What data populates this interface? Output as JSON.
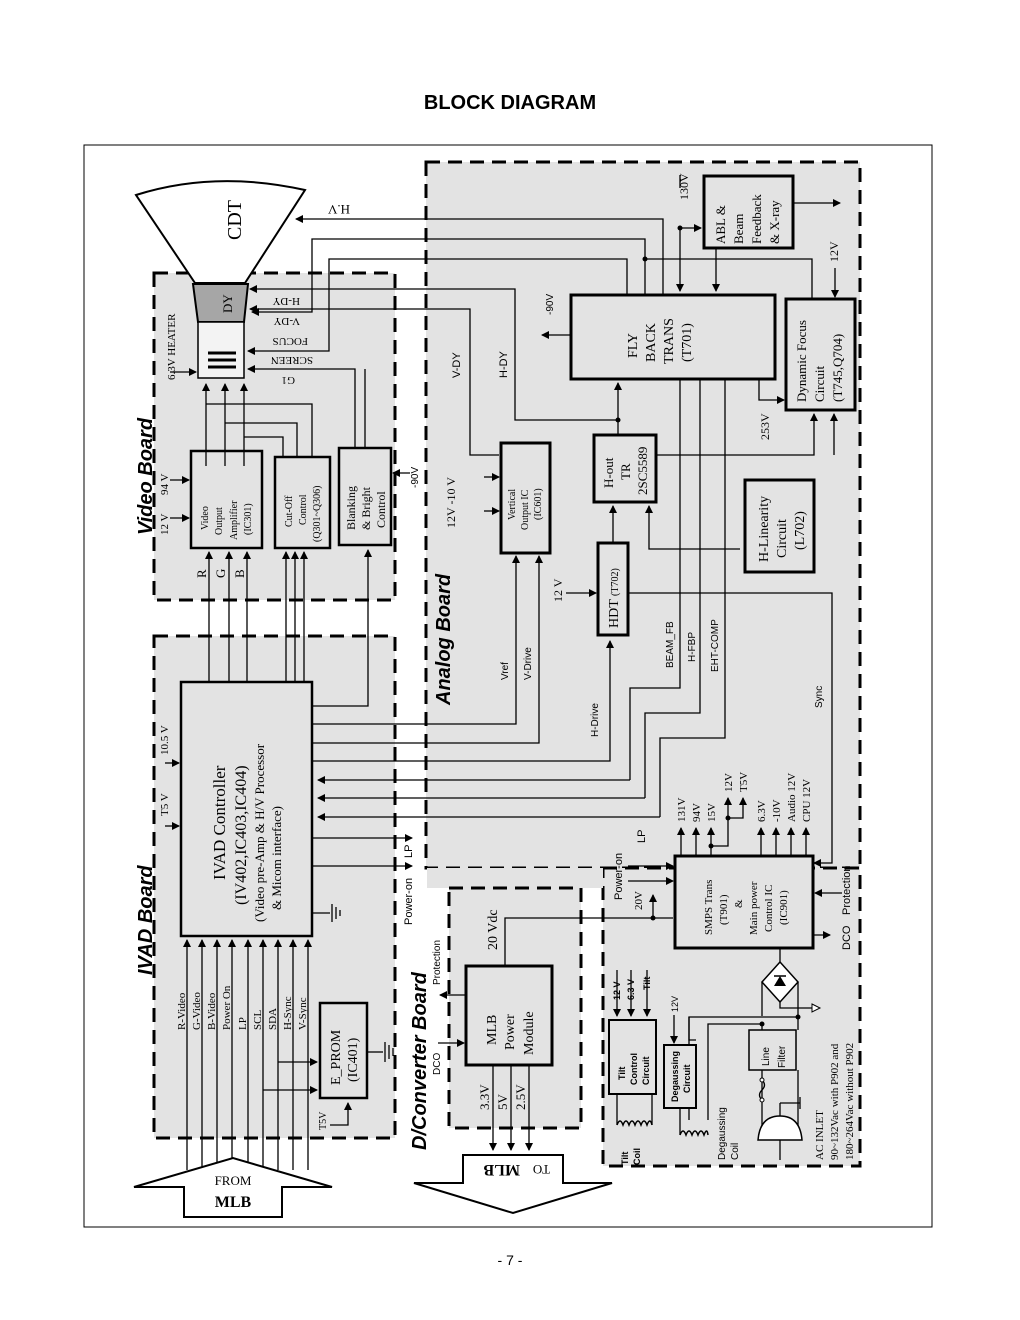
{
  "page": {
    "title": "BLOCK DIAGRAM",
    "page_number": "- 7 -"
  },
  "boards": {
    "video": "Video Board",
    "ivad": "IVAD Board",
    "analog": "Analog Board",
    "dconverter": "D/Converter Board"
  },
  "cdt": {
    "label": "CDT",
    "dy": "DY",
    "hv": "H.V",
    "hdy": "H-DY",
    "vdy": "V-DY",
    "focus": "FOCUS",
    "screen": "SCREEN",
    "g1": "G1",
    "heater": "6.3V  HEATER"
  },
  "video_board": {
    "amp": [
      "Video",
      "Output",
      "Amplifier",
      "(IC301)"
    ],
    "cutoff": [
      "Cut-Off",
      "Control",
      "(Q301~Q306)"
    ],
    "blanking": [
      "Blanking",
      "& Bright",
      "Control"
    ],
    "v12": "12 V",
    "v94": "94 V",
    "m90": "-90V",
    "r": "R",
    "g": "G",
    "b": "B"
  },
  "ivad_board": {
    "controller": [
      "IVAD Controller",
      "(IV402,IC403,IC404)",
      "(Video pre-Amp & H/V Processor",
      "& Micom interface)"
    ],
    "v105": "10.5 V",
    "t5v": "T5 V",
    "lp": "LP",
    "power_on": "Power-on",
    "signals": [
      "R-Video",
      "G-Video",
      "B-Video",
      "Power On",
      "LP",
      "SCL",
      "SDA",
      "H-Sync",
      "V-Sync"
    ],
    "eprom": [
      "E_PROM",
      "(IC401)"
    ],
    "eprom_t5v": "T5V",
    "from": "FROM",
    "mlb": "MLB"
  },
  "analog_board": {
    "flyback": [
      "FLY",
      "BACK",
      "TRANS",
      "(T701)"
    ],
    "abl": [
      "ABL &",
      "Beam",
      "Feedback",
      "& X-ray"
    ],
    "dynfocus": [
      "Dynamic Focus",
      "Circuit",
      "(T745,Q704)"
    ],
    "hout": [
      "H-out",
      "TR",
      "2SC5589"
    ],
    "hlin": [
      "H-Linearity",
      "Circuit",
      "(L702)"
    ],
    "vout": [
      "Vertical",
      "Output  IC",
      "(IC601)"
    ],
    "hdt": "HDT",
    "hdt_ref": "(T702)",
    "v130": "130V",
    "v12": "12V",
    "m90": "-90V",
    "v253": "253V",
    "vdy": "V-DY",
    "hdy": "H-DY",
    "v12_m10": "12V  -10 V",
    "hdt_12v": "12 V",
    "vref": "Vref",
    "vdrive": "V-Drive",
    "hdrive": "H-Drive",
    "beam_fb": "BEAM_FB",
    "hfbp": "H-FBP",
    "eht": "EHT-COMP",
    "sync": "Sync"
  },
  "power": {
    "smps": [
      "SMPS Trans",
      "(T901)",
      "&",
      "Main power",
      "Control  IC",
      "(IC901)"
    ],
    "outputs": [
      "131V",
      "94V",
      "15V",
      "12V",
      "T5V",
      "6.3V",
      "-10V",
      "Audio 12V",
      "CPU  12V"
    ],
    "lp": "LP",
    "power_on": "Power-on",
    "v20": "20V",
    "protection": "Protection",
    "dco": "DCO",
    "tilt_inputs": [
      "12 V",
      "6.3 V",
      "Tilt"
    ],
    "tilt_ctrl": [
      "Tilt",
      "Control",
      "Circuit"
    ],
    "tilt_coil": [
      "Tilt",
      "Coil"
    ],
    "degauss": [
      "Degaussing",
      "Circuit"
    ],
    "degauss_12v": "12V",
    "degauss_coil": [
      "Degaussing",
      "Coil"
    ],
    "line_filter": [
      "Line",
      "Filter"
    ],
    "ac_inlet": [
      "AC INLET",
      "90~132Vac with P902 and",
      "180~264Vac without P902"
    ]
  },
  "dconverter_board": {
    "module": [
      "MLB",
      "Power",
      "Module"
    ],
    "v20dc": "20 Vdc",
    "protection": "Protection",
    "dco": "DCO",
    "outputs": [
      "3.3V",
      "5V",
      "2.5V"
    ],
    "to": "TO",
    "mlb": "MLB"
  }
}
